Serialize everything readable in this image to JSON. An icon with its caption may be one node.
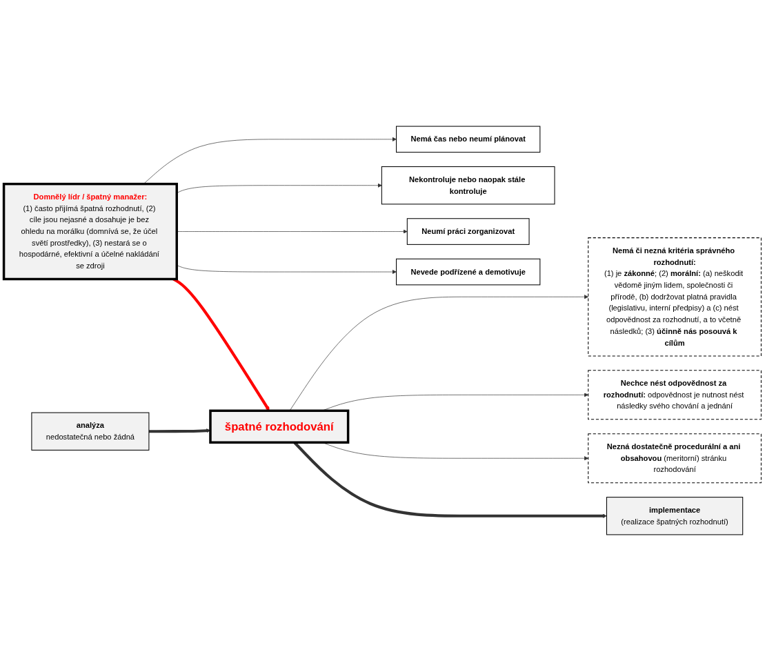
{
  "diagram": {
    "nodes": [
      {
        "text": [
          "Nemá či nezná kritéria správného rozhodnutí:",
          "(1) je **zákonné**; (2) **morální:** (a) neškodit vědomě jiným lidem, společnosti či přírodě, (b) dodržovat platná pravidla (legislativu, interní předpisy) a (c) nést odpovědnost za rozhodnutí, a to včetně následků; (3) **účinně nás posouvá k cílům**"
        ]
      },
      {
        "text": [
          "**Nechce nést odpovědnost za rozhodnutí:** odpovědnost je nutnost nést následky svého chování a jednání"
        ]
      },
      {
        "text": [
          "**Nezná dostatečně procedurální a ani obsahovou** (meritorní) stránku rozhodování"
        ]
      },
      {
        "text": [
          "analýza",
          "nedostatečná nebo žádná"
        ]
      },
      {
        "text": [
          "špatné rozhodování"
        ]
      },
      {
        "text": [
          "implementace",
          "(realizace špatných rozhodnutí)"
        ]
      },
      {
        "text": [
          "Nemá čas nebo neumí plánovat"
        ]
      },
      {
        "text": [
          "Domnělý lídr / špatný manažer:",
          "(1) často přijímá špatná rozhodnutí, (2) cíle jsou nejasné a dosahuje je bez ohledu na morálku (domnívá se, že účel světí prostředky), (3) nestará se o hospodárné, efektivní a účelné nakládání se zdroji"
        ]
      },
      {
        "text": [
          "Nekontroluje nebo naopak stále kontroluje"
        ]
      },
      {
        "text": [
          "Neumí práci zorganizovat"
        ]
      },
      {
        "text": [
          "Nevede podřízené a demotivuje"
        ]
      }
    ],
    "edges": [
      {
        "from": 4,
        "to": 0,
        "arrow": "to"
      },
      {
        "from": 4,
        "to": 1,
        "arrow": "to"
      },
      {
        "from": 4,
        "to": 2,
        "arrow": "to"
      },
      {
        "from": 3,
        "to": 4,
        "arrow": "to",
        "style": "thick"
      },
      {
        "from": 4,
        "to": 5,
        "arrow": "to",
        "style": "thick"
      },
      {
        "from": 7,
        "to": 4,
        "arrow": "to",
        "style": "thick",
        "color": "#ff0000"
      },
      {
        "from": 7,
        "to": 6,
        "arrow": "to"
      },
      {
        "from": 7,
        "to": 8,
        "arrow": "to"
      },
      {
        "from": 7,
        "to": 9,
        "arrow": "to"
      },
      {
        "from": 7,
        "to": 10,
        "arrow": "to"
      }
    ]
  }
}
